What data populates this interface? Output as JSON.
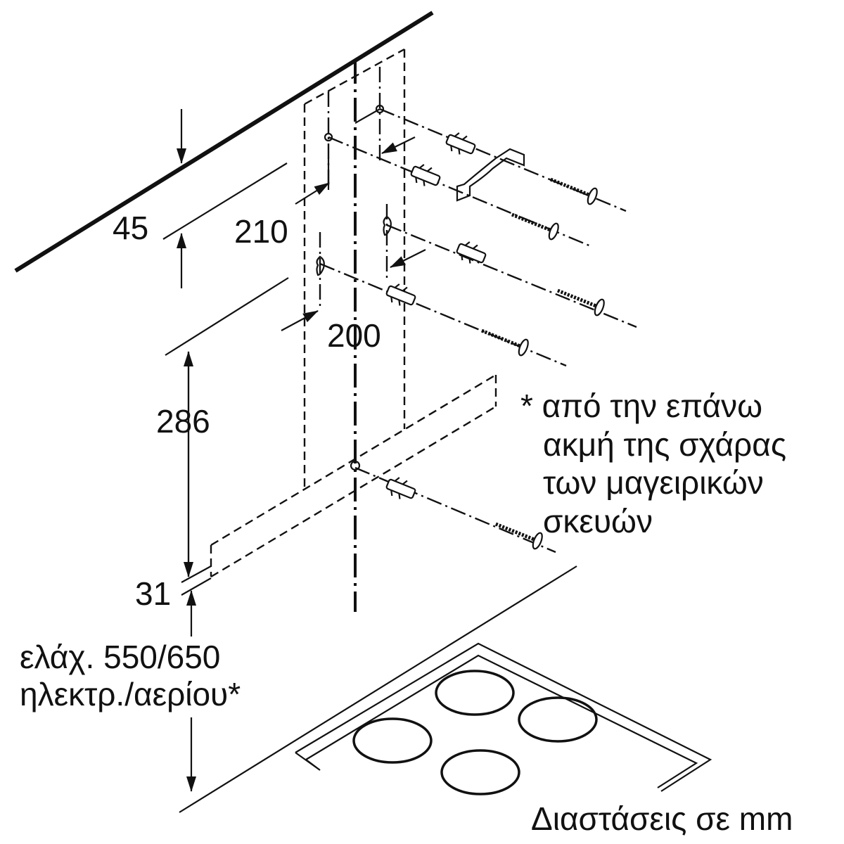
{
  "dimensions": {
    "d45": "45",
    "d210": "210",
    "d200": "200",
    "d286": "286",
    "d31": "31"
  },
  "min_height": {
    "line1": "ελάχ. 550/650",
    "line2": "ηλεκτρ./αερίου*"
  },
  "footnote": {
    "line1": "* από την επάνω",
    "line2": "ακμή της σχάρας",
    "line3": "των μαγειρικών",
    "line4": "σκευών"
  },
  "units_caption": "Διαστάσεις σε mm"
}
